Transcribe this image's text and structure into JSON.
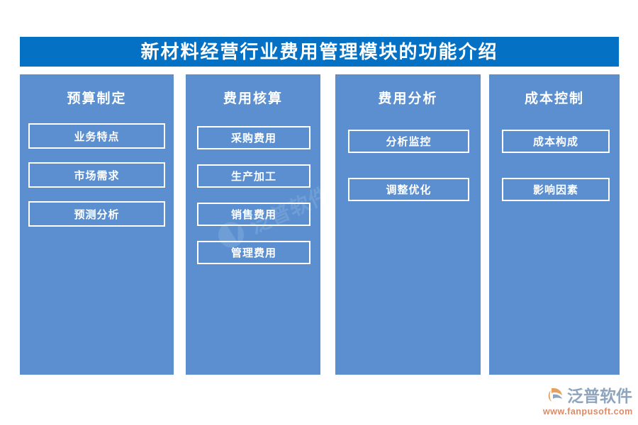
{
  "header": {
    "title": "新材料经营行业费用管理模块的功能介绍"
  },
  "columns": [
    {
      "id": "budget-planning",
      "title": "预算制定",
      "items": [
        {
          "label": "业务特点"
        },
        {
          "label": "市场需求"
        },
        {
          "label": "预测分析"
        }
      ]
    },
    {
      "id": "expense-accounting",
      "title": "费用核算",
      "items": [
        {
          "label": "采购费用"
        },
        {
          "label": "生产加工"
        },
        {
          "label": "销售费用"
        },
        {
          "label": "管理费用"
        }
      ]
    },
    {
      "id": "expense-analysis",
      "title": "费用分析",
      "items": [
        {
          "label": "分析监控"
        },
        {
          "label": "调整优化"
        }
      ]
    },
    {
      "id": "cost-control",
      "title": "成本控制",
      "items": [
        {
          "label": "成本构成"
        },
        {
          "label": "影响因素"
        }
      ]
    }
  ],
  "branding": {
    "logo_icon": "fanpu-swoosh-logo-icon",
    "company": "泛普软件",
    "website": "www.fanpusoft.com",
    "watermark_text": "泛普软件"
  },
  "colors": {
    "page_background": "#ffffff",
    "title_bar": "#0571c4",
    "panel": "#5b8fd0",
    "item_border": "#ffffff",
    "text_on_blue": "#ffffff",
    "logo_blue_gray": "#8fa4bd",
    "logo_orange": "#e8a060",
    "logo_url": "#d98b6a"
  }
}
